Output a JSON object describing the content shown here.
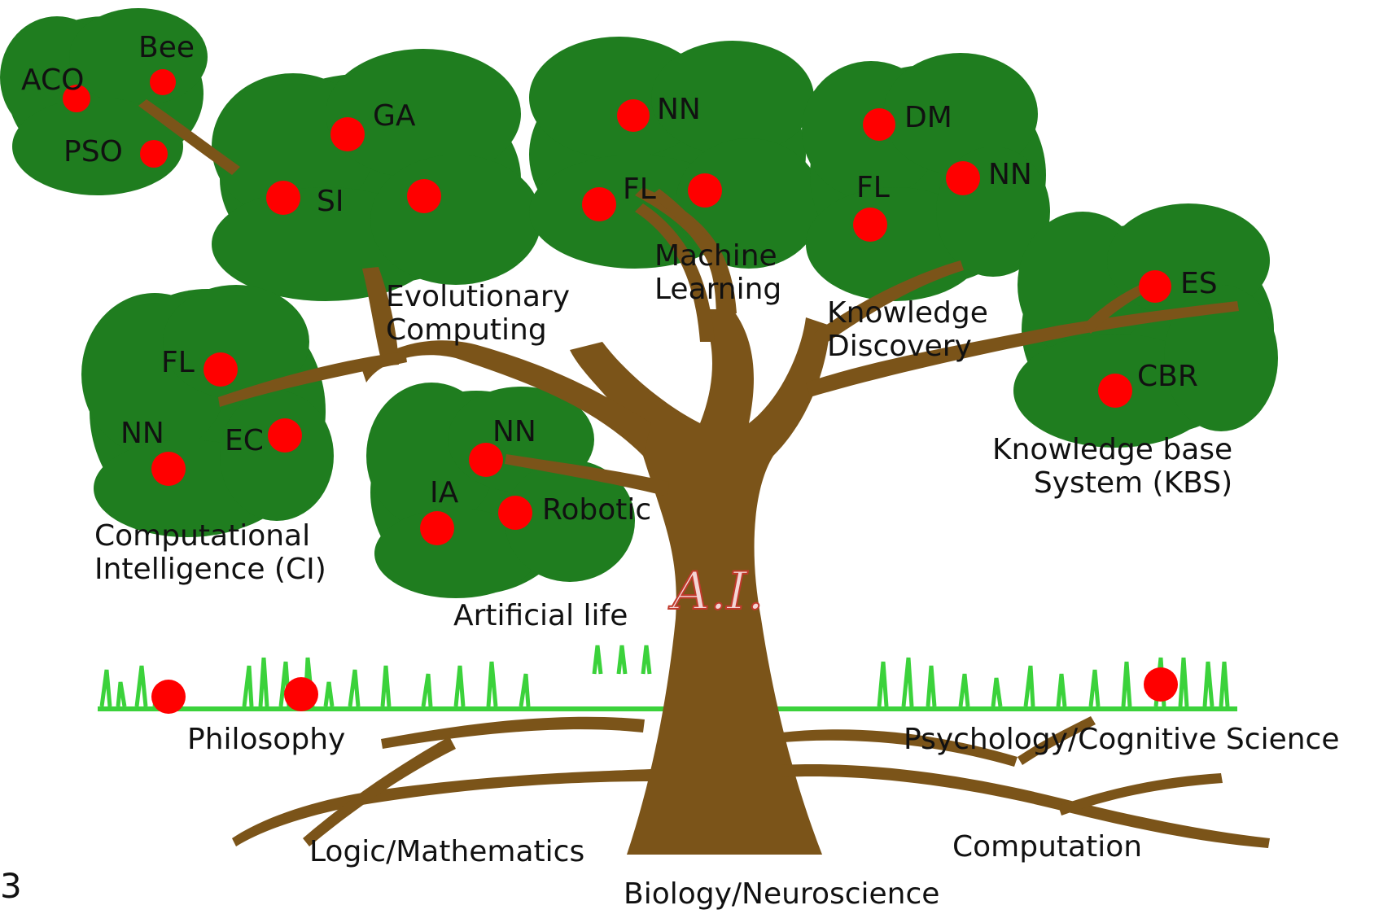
{
  "colors": {
    "canopy": "#1f7d1f",
    "trunk": "#7b5419",
    "fruit": "#ff0000",
    "grass": "#3bd23b",
    "ai_mark_stroke": "#c0392b"
  },
  "clusters": {
    "swarm": {
      "members": [
        "Bee",
        "ACO",
        "PSO"
      ]
    },
    "evolutionary_computing": {
      "title_lines": [
        "Evolutionary",
        "Computing"
      ],
      "members": [
        "GA",
        "SI"
      ]
    },
    "machine_learning": {
      "title_lines": [
        "Machine",
        "Learning"
      ],
      "members": [
        "NN",
        "FL"
      ]
    },
    "knowledge_discovery": {
      "title_lines": [
        "Knowledge",
        "Discovery"
      ],
      "members": [
        "DM",
        "FL",
        "NN"
      ]
    },
    "knowledge_base_system": {
      "title_lines": [
        "Knowledge base",
        "System (KBS)"
      ],
      "members": [
        "ES",
        "CBR"
      ]
    },
    "computational_intelligence": {
      "title_lines": [
        "Computational",
        "Intelligence (CI)"
      ],
      "members": [
        "FL",
        "NN",
        "EC"
      ]
    },
    "artificial_life": {
      "title": "Artificial life",
      "members": [
        "NN",
        "IA",
        "Robotic"
      ]
    }
  },
  "trunk_label": "A.I.",
  "roots": [
    "Philosophy",
    "Psychology/Cognitive Science",
    "Logic/Mathematics",
    "Computation",
    "Biology/Neuroscience"
  ],
  "page_number": "3"
}
